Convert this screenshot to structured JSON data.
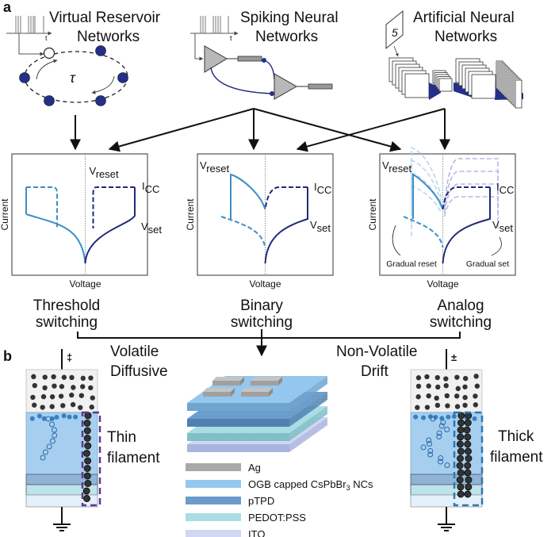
{
  "panel_a": {
    "label": "a",
    "networks": [
      {
        "title_line1": "Virtual Reservoir",
        "title_line2": "Networks",
        "tau_symbol": "τ",
        "time_axis_label": "t"
      },
      {
        "title_line1": "Spiking Neural",
        "title_line2": "Networks",
        "time_axis_label": "t"
      },
      {
        "title_line1": "Artificial Neural",
        "title_line2": "Networks",
        "input_digit": "5"
      }
    ],
    "iv_plots": [
      {
        "ylabel": "Current",
        "xlabel": "Voltage",
        "v_reset": "V",
        "v_reset_sub": "reset",
        "i_cc": "I",
        "i_cc_sub": "CC",
        "v_set": "V",
        "v_set_sub": "set",
        "caption_line1": "Threshold",
        "caption_line2": "switching"
      },
      {
        "ylabel": "Current",
        "xlabel": "Voltage",
        "v_reset": "V",
        "v_reset_sub": "reset",
        "i_cc": "I",
        "i_cc_sub": "CC",
        "v_set": "V",
        "v_set_sub": "set",
        "caption_line1": "Binary",
        "caption_line2": "switching"
      },
      {
        "ylabel": "Current",
        "xlabel": "Voltage",
        "v_reset": "V",
        "v_reset_sub": "reset",
        "i_cc": "I",
        "i_cc_sub": "CC",
        "v_set": "V",
        "v_set_sub": "set",
        "gradual_reset": "Gradual reset",
        "gradual_set": "Gradual set",
        "caption_line1": "Analog",
        "caption_line2": "switching"
      }
    ],
    "connections": [
      {
        "from": "Virtual Reservoir Networks",
        "to": "Threshold switching"
      },
      {
        "from": "Spiking Neural Networks",
        "to": "Threshold switching"
      },
      {
        "from": "Spiking Neural Networks",
        "to": "Binary switching"
      },
      {
        "from": "Spiking Neural Networks",
        "to": "Analog switching"
      },
      {
        "from": "Artificial Neural Networks",
        "to": "Binary switching"
      },
      {
        "from": "Artificial Neural Networks",
        "to": "Analog switching"
      }
    ]
  },
  "panel_b": {
    "label": "b",
    "left_mode_line1": "Volatile",
    "left_mode_line2": "Diffusive",
    "right_mode_line1": "Non-Volatile",
    "right_mode_line2": "Drift",
    "left_filament_line1": "Thin",
    "left_filament_line2": "filament",
    "right_filament_line1": "Thick",
    "right_filament_line2": "filament",
    "legend": [
      {
        "label": "Ag",
        "sub": "",
        "suffix": "",
        "color": "#a9a9a9"
      },
      {
        "label": "OGB capped CsPbBr",
        "sub": "3",
        "suffix": " NCs",
        "color": "#93c7ee"
      },
      {
        "label": "pTPD",
        "sub": "",
        "suffix": "",
        "color": "#6b9ccb"
      },
      {
        "label": "PEDOT:PSS",
        "sub": "",
        "suffix": "",
        "color": "#a9dde4"
      },
      {
        "label": "ITO",
        "sub": "",
        "suffix": "",
        "color": "#cfd7f2"
      }
    ]
  },
  "colors": {
    "navy": "#1f2a7a",
    "light_blue": "#3b8fc6",
    "node_blue": "#23308a",
    "faint_navy": "#b8b9e3",
    "faint_blue": "#b9d7ec",
    "filament_purple": "#5b3a8c",
    "filament_blue": "#2b77b3"
  }
}
